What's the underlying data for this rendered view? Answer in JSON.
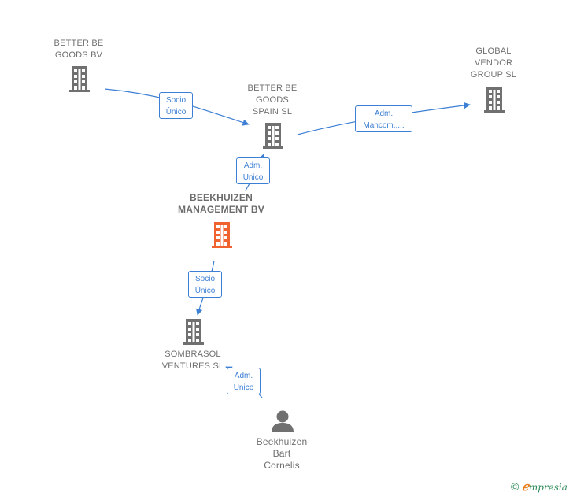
{
  "colors": {
    "edge": "#3d7fd4",
    "company_icon": "#707070",
    "main_company_icon": "#f0622e",
    "person_icon": "#707070"
  },
  "nodes": {
    "better_be_goods_bv": {
      "label": "BETTER BE\nGOODS BV",
      "icon": "building-icon"
    },
    "better_be_goods_spain": {
      "label": "BETTER BE\nGOODS\nSPAIN  SL",
      "icon": "building-icon"
    },
    "global_vendor_group": {
      "label": "GLOBAL\nVENDOR\nGROUP  SL",
      "icon": "building-icon"
    },
    "beekhuizen_management": {
      "label": "BEEKHUIZEN\nMANAGEMENT BV",
      "icon": "building-icon"
    },
    "sombrasol_ventures": {
      "label": "SOMBRASOL\nVENTURES  SL",
      "icon": "building-icon"
    },
    "beekhuizen_bart": {
      "label": "Beekhuizen\nBart\nCornelis",
      "icon": "person-icon"
    }
  },
  "edges": {
    "bv_to_spain": {
      "label": "Socio\nÚnico"
    },
    "spain_to_global": {
      "label": "Adm.\nMancom.,..."
    },
    "management_to_spain": {
      "label": "Adm.\nUnico"
    },
    "management_to_sombrasol": {
      "label": "Socio\nÚnico"
    },
    "bart_to_sombrasol": {
      "label": "Adm.\nUnico"
    }
  },
  "watermark": {
    "copyright": "©",
    "brand_first": "ℯ",
    "brand_rest": "mpresia"
  }
}
